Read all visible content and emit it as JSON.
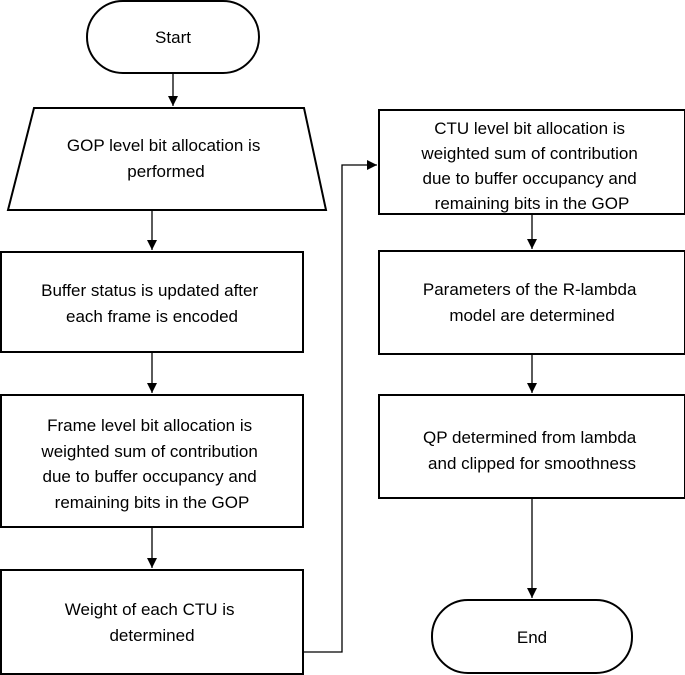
{
  "diagram": {
    "nodes": {
      "start": {
        "lines": [
          "Start"
        ]
      },
      "gop": {
        "lines": [
          "GOP level bit allocation is",
          "performed"
        ]
      },
      "buffer": {
        "lines": [
          "Buffer status is updated after",
          "each frame is encoded"
        ]
      },
      "frame": {
        "lines": [
          "Frame level bit allocation is",
          "weighted sum of contribution",
          "due to buffer occupancy and",
          "remaining bits in the GOP"
        ]
      },
      "weight": {
        "lines": [
          "Weight of each CTU is",
          "determined"
        ]
      },
      "ctu": {
        "lines": [
          "CTU level bit allocation is",
          "weighted sum of contribution",
          "due to buffer occupancy and",
          "remaining bits in the GOP"
        ]
      },
      "params": {
        "lines": [
          "Parameters of the R-lambda",
          "model are determined"
        ]
      },
      "qp": {
        "lines": [
          "QP determined from lambda",
          "and clipped for smoothness"
        ]
      },
      "end": {
        "lines": [
          "End"
        ]
      }
    },
    "edges": [
      {
        "from": "start",
        "to": "gop"
      },
      {
        "from": "gop",
        "to": "buffer"
      },
      {
        "from": "buffer",
        "to": "frame"
      },
      {
        "from": "frame",
        "to": "weight"
      },
      {
        "from": "weight",
        "to": "ctu"
      },
      {
        "from": "ctu",
        "to": "params"
      },
      {
        "from": "params",
        "to": "qp"
      },
      {
        "from": "qp",
        "to": "end"
      }
    ]
  }
}
